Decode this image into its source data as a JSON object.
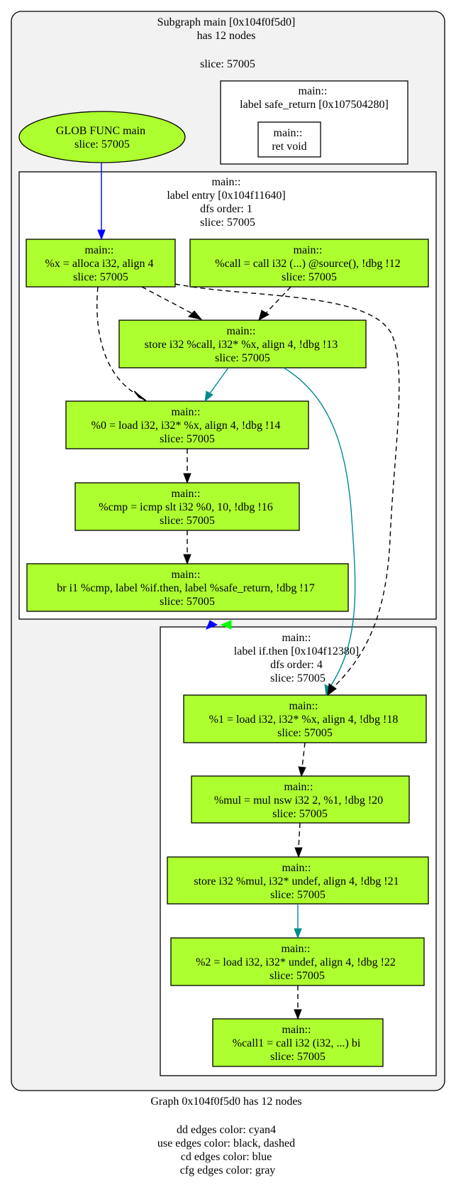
{
  "outer": {
    "lines": [
      "Subgraph main [0x104f0f5d0]",
      "has 12 nodes",
      "",
      "slice: 57005"
    ]
  },
  "safe_return": {
    "lines": [
      "main::",
      "label safe_return [0x107504280]"
    ],
    "ret": [
      "main::",
      "ret void"
    ]
  },
  "glob": {
    "lines": [
      "GLOB FUNC main",
      "slice: 57005"
    ]
  },
  "entry": {
    "lines": [
      "main::",
      "label entry [0x104f11640]",
      "dfs order: 1",
      "slice: 57005"
    ],
    "nodes": {
      "alloca": [
        "main::",
        "%x = alloca i32, align 4",
        "slice: 57005"
      ],
      "call": [
        "main::",
        "%call = call i32 (...) @source(), !dbg !12",
        "slice: 57005"
      ],
      "store": [
        "main::",
        "store i32 %call, i32* %x, align 4, !dbg !13",
        "slice: 57005"
      ],
      "load0": [
        "main::",
        "%0 = load i32, i32* %x, align 4, !dbg !14",
        "slice: 57005"
      ],
      "cmp": [
        "main::",
        "%cmp = icmp slt i32 %0, 10, !dbg !16",
        "slice: 57005"
      ],
      "br": [
        "main::",
        "br i1 %cmp, label %if.then, label %safe_return, !dbg !17",
        "slice: 57005"
      ]
    }
  },
  "ifthen": {
    "lines": [
      "main::",
      "label if.then [0x104f12380]",
      "dfs order: 4",
      "slice: 57005"
    ],
    "nodes": {
      "load1": [
        "main::",
        "%1 = load i32, i32* %x, align 4, !dbg !18",
        "slice: 57005"
      ],
      "mul": [
        "main::",
        "%mul = mul nsw i32 2, %1, !dbg !20",
        "slice: 57005"
      ],
      "store2": [
        "main::",
        "store i32 %mul, i32* undef, align 4, !dbg !21",
        "slice: 57005"
      ],
      "load2": [
        "main::",
        "%2 = load i32, i32* undef, align 4, !dbg !22",
        "slice: 57005"
      ],
      "call1": [
        "main::",
        "%call1 = call i32 (i32, ...) bi",
        "slice: 57005"
      ]
    }
  },
  "legend": {
    "lines": [
      "Graph 0x104f0f5d0 has 12 nodes",
      "",
      "dd edges color: cyan4",
      "use edges color: black, dashed",
      "cd edges color: blue",
      "cfg edges color: gray"
    ]
  },
  "colors": {
    "node_fill": "#adff2f",
    "outer_fill": "#f2f2f2",
    "dd_edge": "#008b8b",
    "use_edge": "#000000",
    "cd_edge": "#0000ff",
    "cfg_edge": "#808080"
  }
}
